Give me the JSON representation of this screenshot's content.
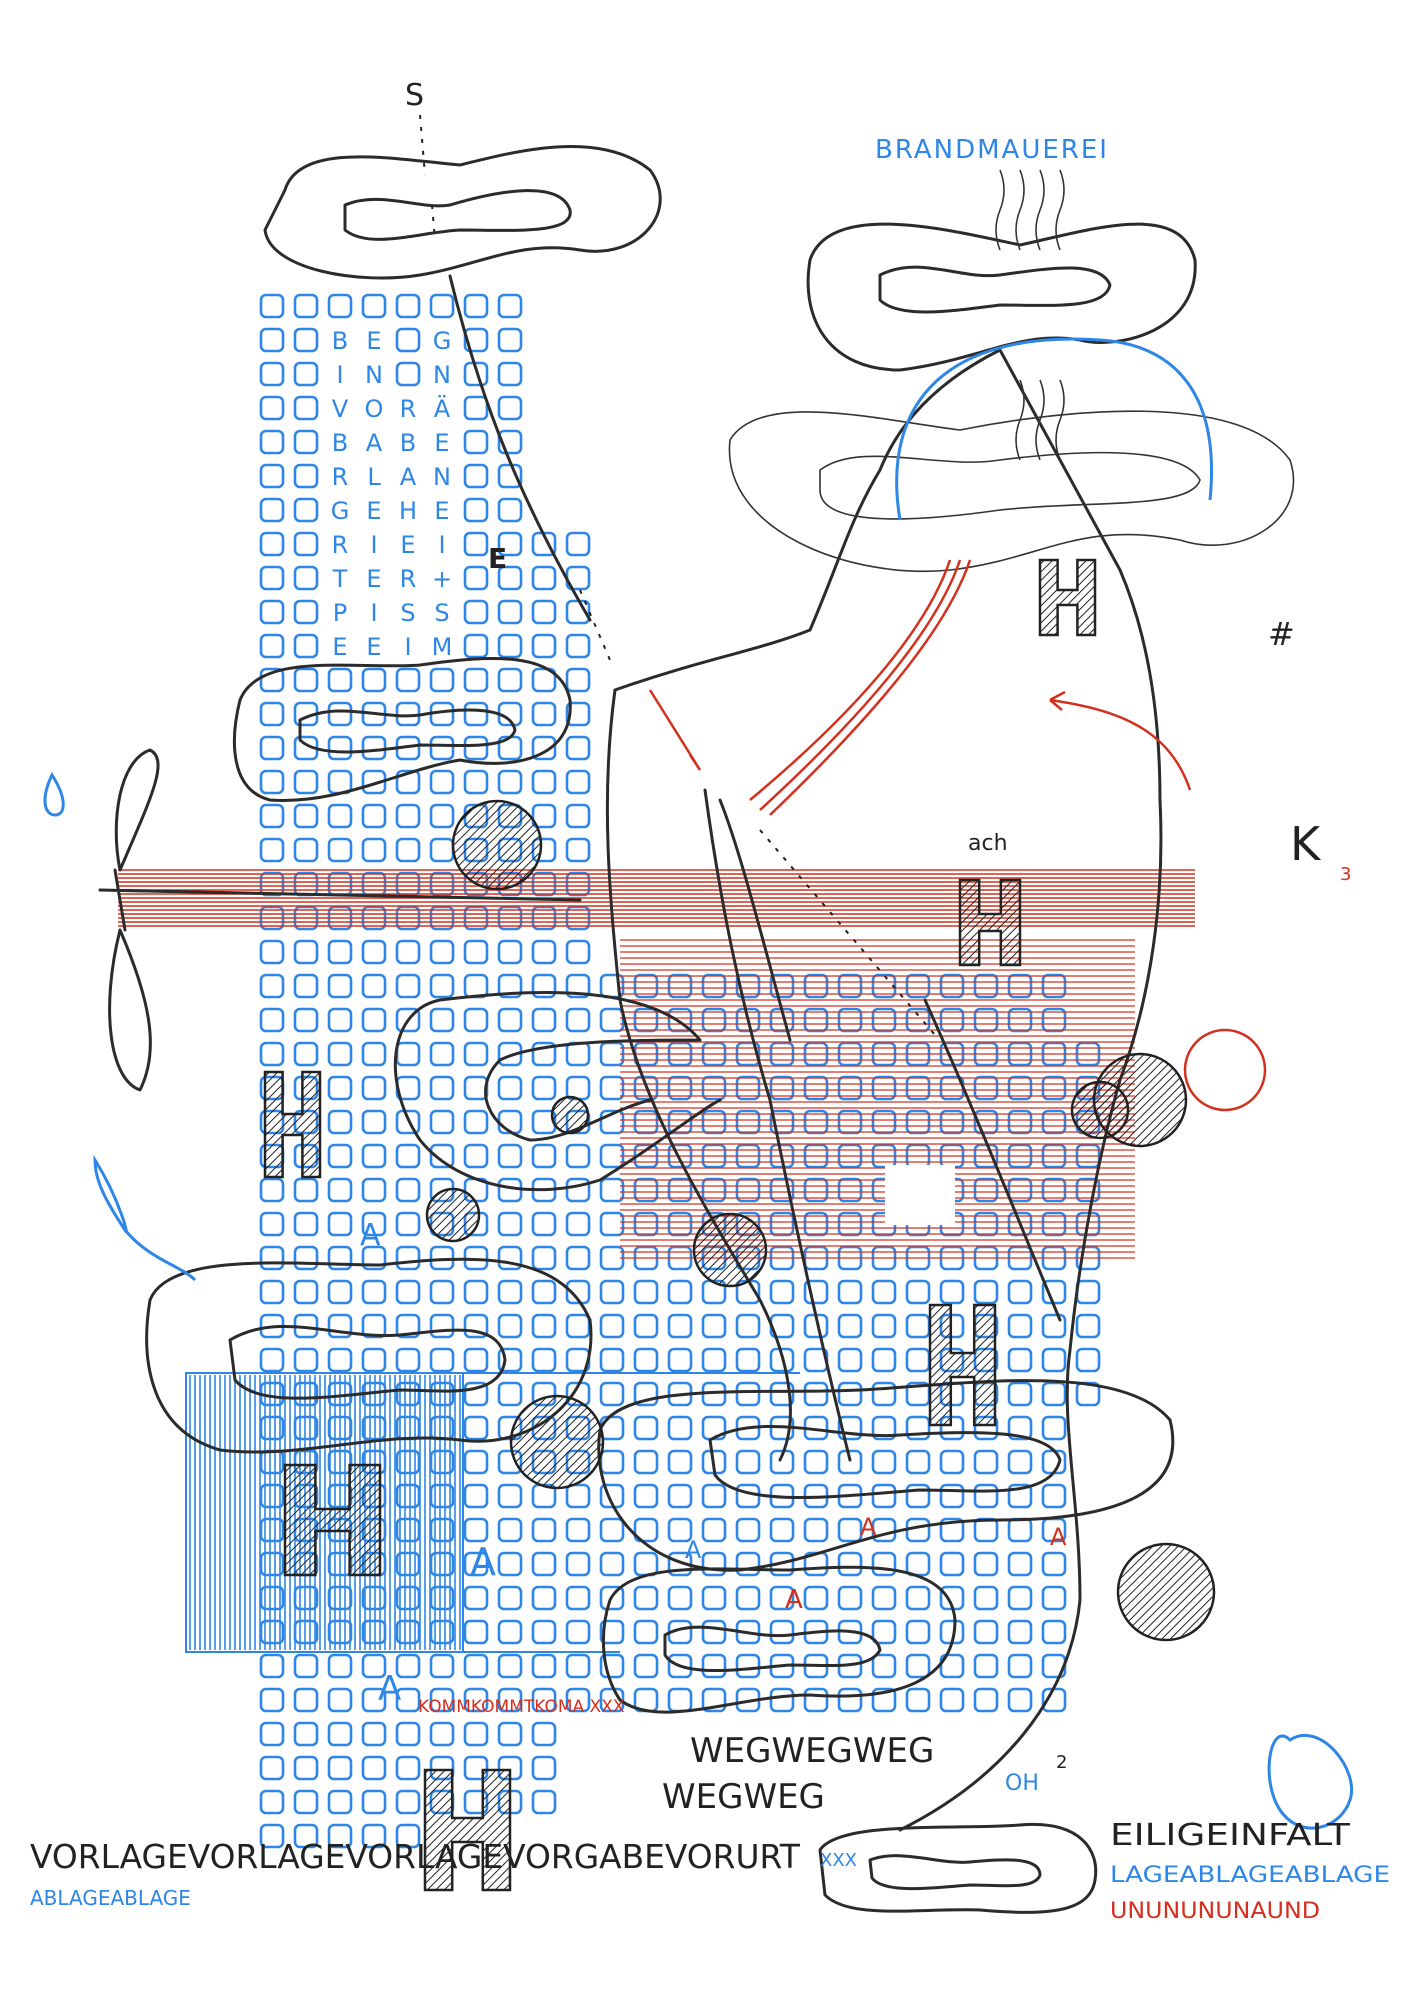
{
  "artwork": {
    "colors": {
      "ink": "#2b2b2b",
      "blue": "#2e86e6",
      "red": "#d4301e",
      "paper": "#ffffff"
    },
    "labels": {
      "s_mark": "S",
      "brandmauerei": "BRANDMAUEREI",
      "ach": "ach",
      "k3": "K",
      "k3_sub": "3",
      "e_mark": "E",
      "hash_mark": "#",
      "oh2": "OH",
      "oh2_sup": "2",
      "kommkomm": "KOMMKOMMTKOMA XXX",
      "wegweg_top": "WEGWEGWEG",
      "wegweg_bottom": "WEGWEG",
      "vorlage": "VORLAGEVORLAGEVORLAGEVORGABEVORURT",
      "xxx": "XXX",
      "ablage_left": "ABLAGEABLAGE",
      "eiligeinfalt": "EILIGEINFALT",
      "ablage_right": "LAGEABLAGEABLAGE",
      "ununun": "UNUNUNUNAUND",
      "a_letter": "A",
      "h_letter": "H"
    },
    "grid_letters": [
      [
        "B",
        "E",
        "",
        "G"
      ],
      [
        "I",
        "N",
        "",
        "N"
      ],
      [
        "V",
        "O",
        "R",
        "Ä"
      ],
      [
        "B",
        "A",
        "B",
        "E"
      ],
      [
        "R",
        "L",
        "A",
        "N"
      ],
      [
        "G",
        "E",
        "H",
        "E"
      ],
      [
        "R",
        "I",
        "E",
        "I"
      ],
      [
        "T",
        "E",
        "R",
        "+"
      ],
      [
        "P",
        "I",
        "S",
        "S"
      ],
      [
        "E",
        "E",
        "I",
        "M"
      ]
    ]
  }
}
